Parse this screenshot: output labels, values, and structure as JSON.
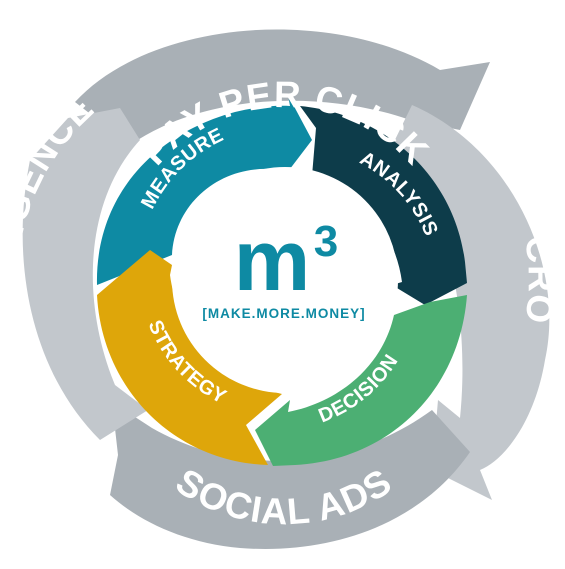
{
  "diagram": {
    "center": {
      "logo_main": "m",
      "logo_superscript": "3",
      "tagline": "[MAKE.MORE.MONEY]"
    },
    "outer_ring": [
      {
        "label": "PAY PER CLICK"
      },
      {
        "label": "CRO"
      },
      {
        "label": "SOCIAL ADS"
      },
      {
        "label": "DATA INTELLIGENCE"
      }
    ],
    "inner_ring": [
      {
        "label": "MEASURE",
        "color": "#0e8aa3"
      },
      {
        "label": "ANALYSIS",
        "color": "#0d3c4a"
      },
      {
        "label": "DECISION",
        "color": "#4caf73"
      },
      {
        "label": "STRATEGY",
        "color": "#dea60a"
      }
    ],
    "colors": {
      "outer_segment": "#a9b0b6",
      "outer_segment_light": "#c2c7cc",
      "outer_text": "#ffffff",
      "inner_text": "#ffffff",
      "center_fill": "#ffffff",
      "logo": "#0e8aa3"
    }
  }
}
